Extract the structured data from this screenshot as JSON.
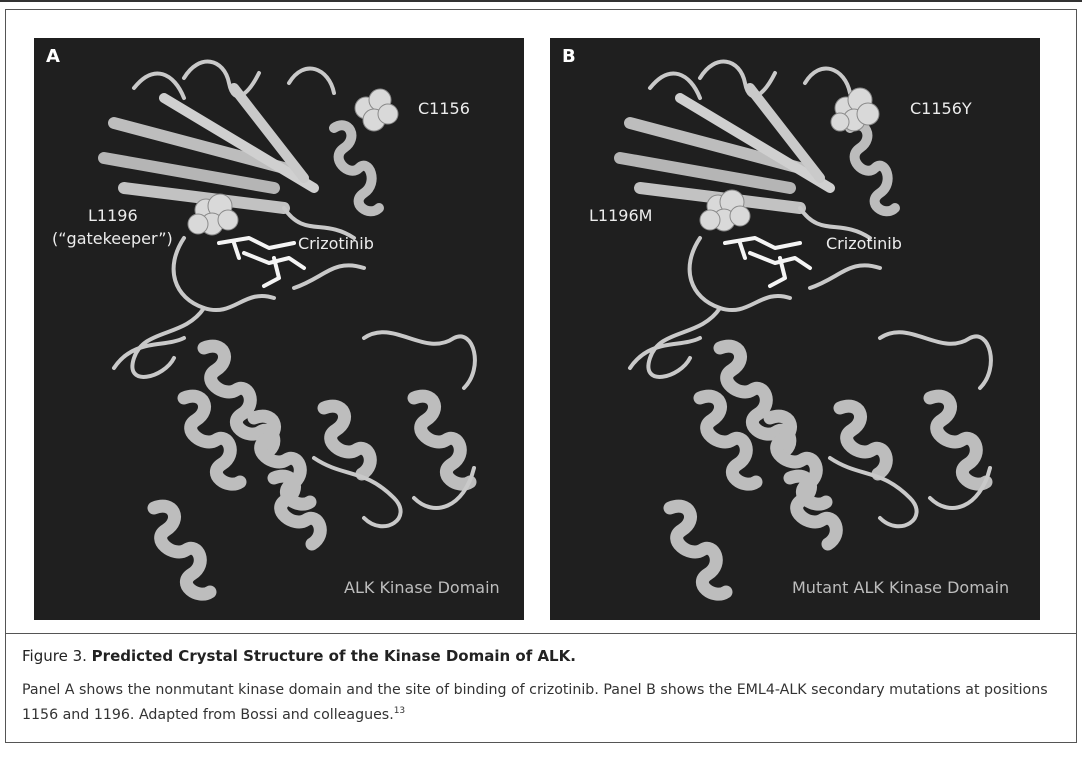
{
  "panels": [
    {
      "letter": "A",
      "labels": {
        "site_top": "C1156",
        "site_left_line1": "L1196",
        "site_left_line2": "(“gatekeeper”)",
        "drug": "Crizotinib",
        "domain": "ALK Kinase Domain"
      }
    },
    {
      "letter": "B",
      "labels": {
        "site_top": "C1156Y",
        "site_left_line1": "L1196M",
        "drug": "Crizotinib",
        "domain": "Mutant ALK Kinase Domain"
      }
    }
  ],
  "caption": {
    "figure_number": "Figure 3.",
    "title": "Predicted Crystal Structure of the Kinase Domain of ALK.",
    "body": "Panel A shows the nonmutant kinase domain and the site of binding of crizotinib. Panel B shows the EML4-ALK secondary mutations at positions 1156 and 1196. Adapted from Bossi and colleagues.",
    "reference": "13"
  },
  "colors": {
    "panel_background": "#1f1f1f",
    "ribbon": "#c8c8c8",
    "label_text": "#ececec"
  }
}
